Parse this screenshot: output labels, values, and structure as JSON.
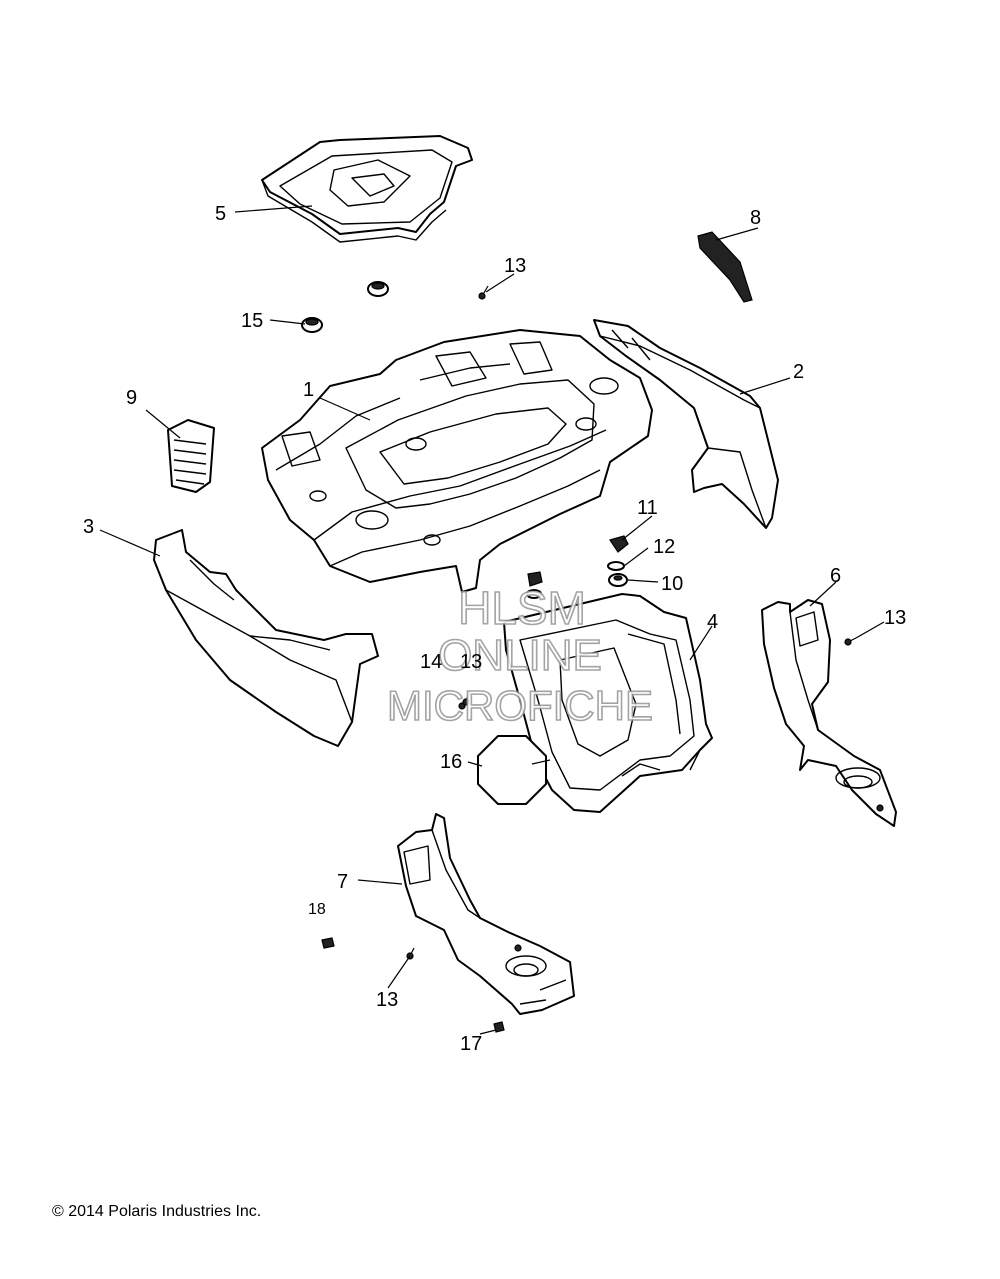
{
  "callouts": {
    "c1": "1",
    "c2": "2",
    "c3": "3",
    "c4": "4",
    "c5": "5",
    "c6": "6",
    "c7": "7",
    "c8": "8",
    "c9": "9",
    "c10": "10",
    "c11": "11",
    "c12": "12",
    "c13a": "13",
    "c13b": "13",
    "c13c": "13",
    "c13d": "13",
    "c14": "14",
    "c15": "15",
    "c16": "16",
    "c17": "17",
    "c18": "18"
  },
  "watermark": {
    "line1": "HLSM",
    "line2": "ONLINE",
    "line3": "MICROFICHE"
  },
  "copyright": "© 2014 Polaris Industries Inc."
}
